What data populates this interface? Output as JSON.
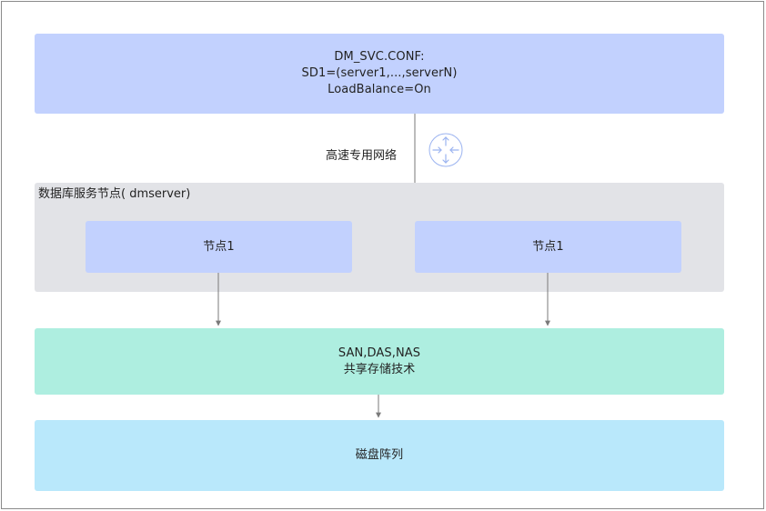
{
  "conf_box": {
    "line1": "DM_SVC.CONF:",
    "line2": "SD1=(server1,...,serverN)",
    "line3": "LoadBalance=On"
  },
  "network": {
    "label": "高速专用网络",
    "icon": "router-icon"
  },
  "node_group": {
    "label": "数据库服务节点( dmserver)",
    "nodes": [
      {
        "label": "节点1"
      },
      {
        "label": "节点1"
      }
    ]
  },
  "storage": {
    "line1": "SAN,DAS,NAS",
    "line2": "共享存储技术"
  },
  "disk_array": {
    "label": "磁盘阵列"
  },
  "colors": {
    "conf_fill": "#c2d1fe",
    "group_fill": "#e2e3e7",
    "node_fill": "#c2d1fe",
    "storage_fill": "#aeeee0",
    "disk_fill": "#b9e8fb",
    "connector": "#7a7a7a",
    "router_stroke": "#9bb3f0"
  }
}
